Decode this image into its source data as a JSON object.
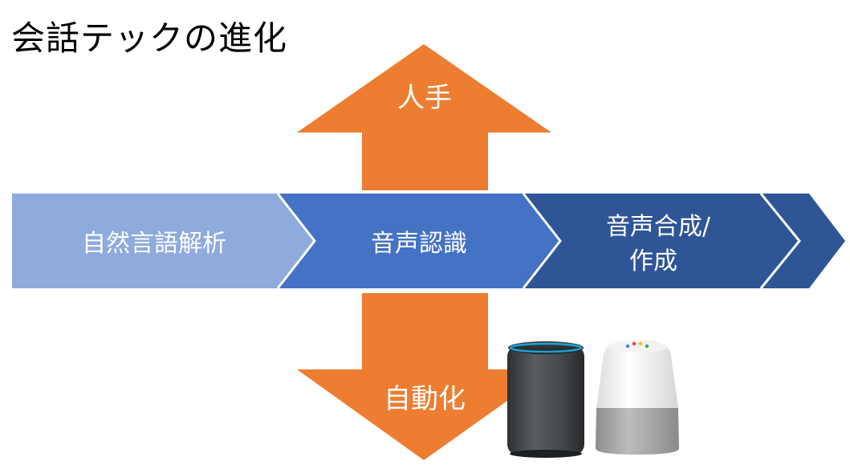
{
  "title": "会話テックの進化",
  "colors": {
    "arrow": "#ED7D31",
    "stage_1": "#8FAADC",
    "stage_2": "#4472C4",
    "stage_3": "#2F5597",
    "stage_4": "#2F5597",
    "text_light": "#FFFFFF",
    "title": "#000000"
  },
  "diagram": {
    "up_arrow": {
      "label": "人手"
    },
    "down_arrow": {
      "label": "自動化"
    },
    "stages": [
      {
        "label": "自然言語解析"
      },
      {
        "label": "音声認識"
      },
      {
        "label_line1": "音声合成/",
        "label_line2": "作成"
      }
    ]
  },
  "products": [
    {
      "icon": "smart-speaker-dark-icon"
    },
    {
      "icon": "smart-speaker-white-icon"
    }
  ]
}
